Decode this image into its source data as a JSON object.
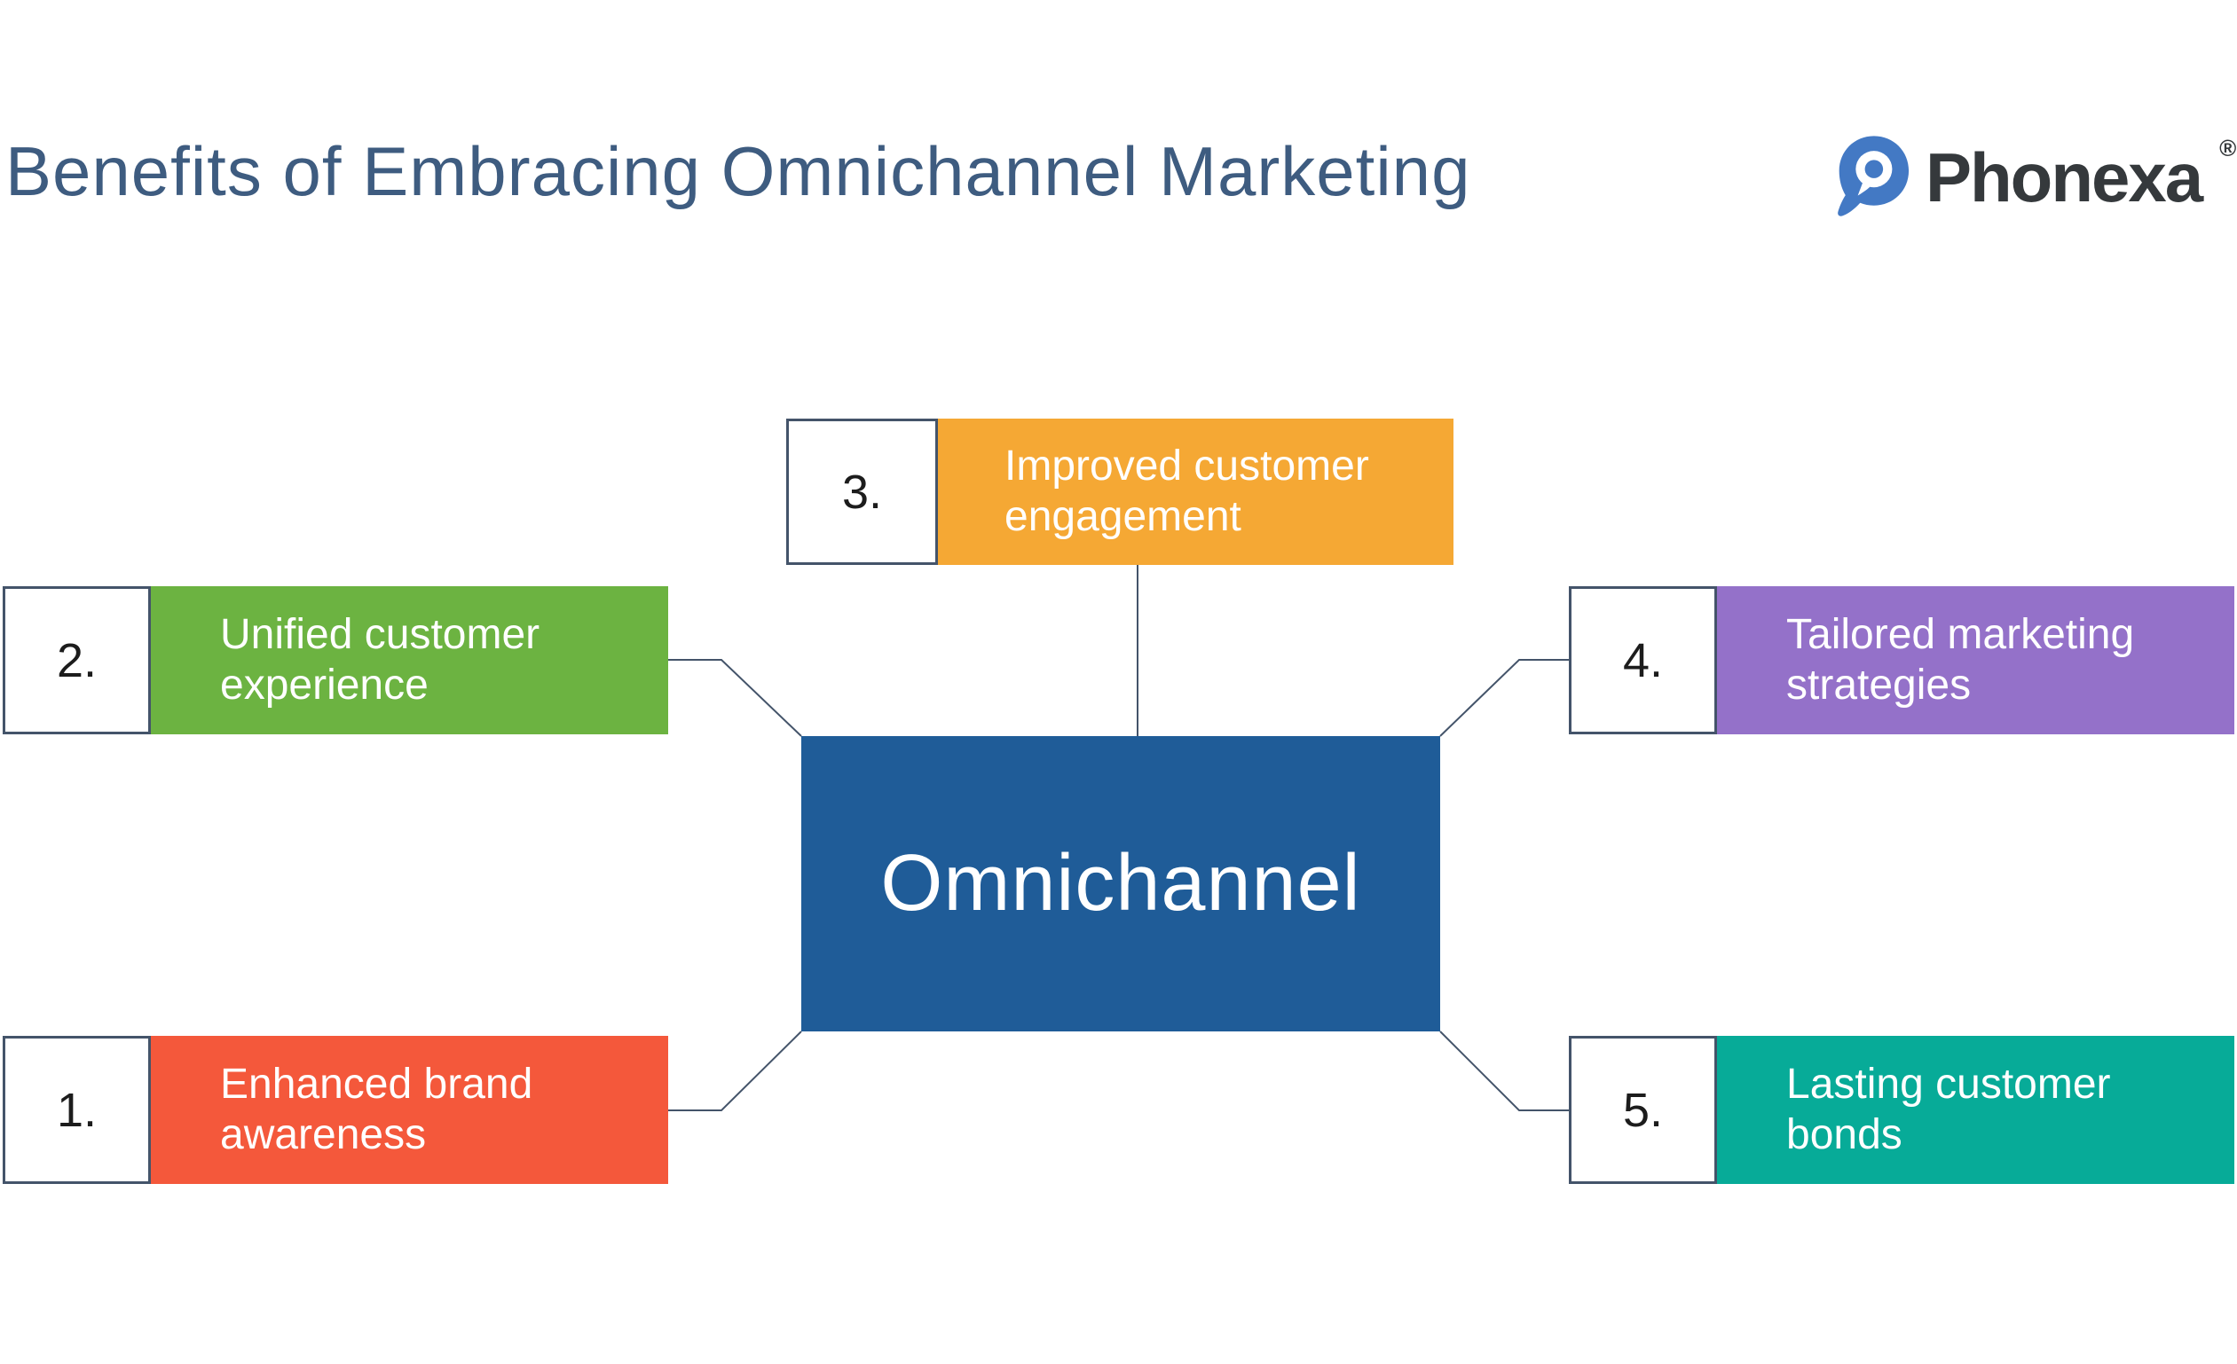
{
  "page": {
    "background": "#FFFFFF"
  },
  "header": {
    "title": "Benefits of Embracing Omnichannel Marketing",
    "title_color": "#3E5C80",
    "logo": {
      "brand": "Phonexa",
      "registered_mark": "®",
      "icon": "phonexa-pin-icon",
      "icon_color": "#4379C4",
      "text_color": "#35393C"
    }
  },
  "diagram": {
    "central": {
      "label": "Omnichannel",
      "color": "#1F5C98",
      "text_color": "#FFFFFF"
    },
    "connector_color": "#44546A",
    "number_box": {
      "background": "#FFFFFF",
      "border_color": "#44546A",
      "number_color": "#1C1C1C"
    },
    "items": [
      {
        "number": "1.",
        "label": "Enhanced brand awareness",
        "color": "#F4583B",
        "position": "bottom-left"
      },
      {
        "number": "2.",
        "label": "Unified customer experience",
        "color": "#6CB341",
        "position": "middle-left"
      },
      {
        "number": "3.",
        "label": "Improved customer engagement",
        "color": "#F5A834",
        "position": "top-center"
      },
      {
        "number": "4.",
        "label": "Tailored marketing strategies",
        "color": "#9471C9",
        "position": "middle-right"
      },
      {
        "number": "5.",
        "label": "Lasting customer bonds",
        "color": "#07AB98",
        "position": "bottom-right"
      }
    ]
  }
}
